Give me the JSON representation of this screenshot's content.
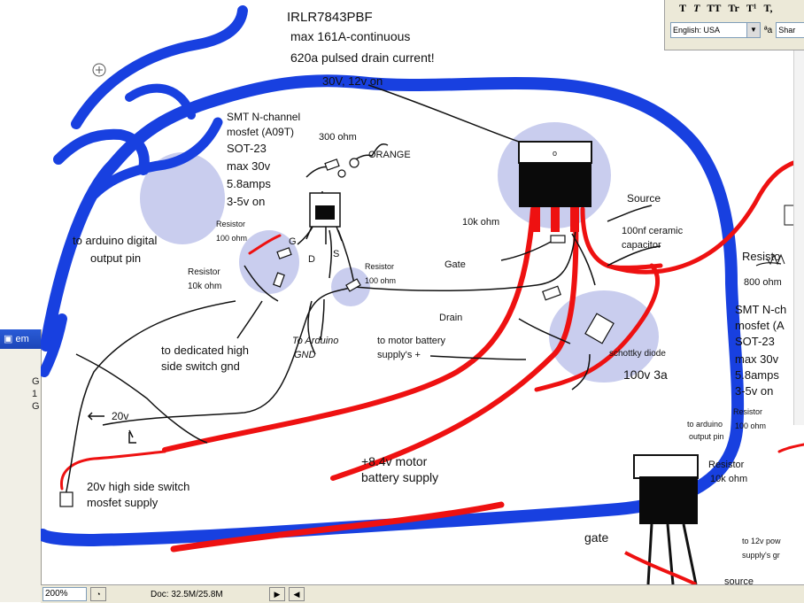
{
  "window_title": "em",
  "left_panel": {
    "lines": [
      "G",
      "1",
      "G"
    ]
  },
  "status": {
    "zoom": "200%",
    "doc_size": "Doc: 32.5M/25.8M"
  },
  "char_panel": {
    "styles": [
      "T",
      "T",
      "TT",
      "Tr",
      "T¹",
      "T,"
    ],
    "language": "English: USA",
    "aa_label": "ªa",
    "aa_value": "Shar"
  },
  "schematic": {
    "mosfet_main": {
      "part": "IRLR7843PBF",
      "line2": "max 161A-continuous",
      "line3": "620a pulsed drain current!",
      "line4": "30V, 12v on"
    },
    "smt": {
      "l1": "SMT N-channel",
      "l2": "mosfet (A09T)",
      "l3": "SOT-23",
      "l4": "max 30v",
      "l5": "5.8amps",
      "l6": "3-5v on"
    },
    "labels": {
      "r300": "300 ohm",
      "orange": "ORANGE",
      "resistor_a1": "Resistor",
      "resistor_a2": "100 ohm",
      "g": "G",
      "d": "D",
      "s": "S",
      "arduino1": "to arduino digital",
      "arduino2": "output pin",
      "resistor_b1": "Resistor",
      "resistor_b2": "10k ohm",
      "resistor_c1": "Resistor",
      "resistor_c2": "100 ohm",
      "high_gnd1": "to dedicated high",
      "high_gnd2": "side switch gnd",
      "ard_gnd1": "To Arduino",
      "ard_gnd2": "GND",
      "r10k": "10k ohm",
      "gate": "Gate",
      "source": "Source",
      "cap1": "100nf ceramic",
      "cap2": "capacitor",
      "drain": "Drain",
      "motor1": "to motor battery",
      "motor2": "supply's +",
      "schottky": "schottky diode",
      "schottky_spec": "100v 3a",
      "v20": "20v",
      "hs1": "20v high side switch",
      "hs2": "mosfet supply",
      "batt1": "+8.4v motor",
      "batt2": "battery supply"
    },
    "right_side": {
      "resisto": "Resisto",
      "ohm800": "800 ohm",
      "smt1": "SMT N-ch",
      "smt2": "mosfet (A",
      "smt3": "SOT-23",
      "smt4": "max 30v",
      "smt5": "5.8amps",
      "smt6": "3-5v on",
      "resistor": "Resistor",
      "r100": "100 ohm",
      "ard1": "to arduino",
      "ard2": "output pin",
      "resistor2": "Resistor",
      "r10k": "10k ohm",
      "gate": "gate",
      "pow1": "to 12v pow",
      "pow2": "supply's gr",
      "source": "source"
    }
  }
}
